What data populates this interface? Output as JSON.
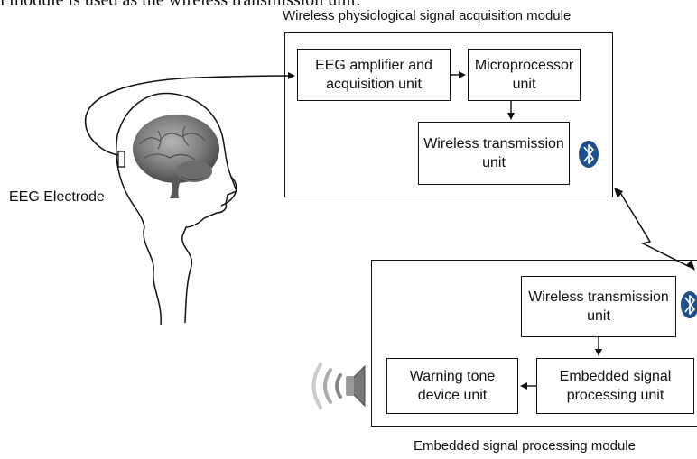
{
  "caption_top": "l module is used as the wireless transmission unit.",
  "modules": {
    "acquisition_title": "Wireless physiological signal acquisition module",
    "processing_title": "Embedded signal processing module"
  },
  "units": {
    "eeg_amplifier": "EEG amplifier and acquisition unit",
    "microprocessor": "Microprocessor unit",
    "wireless_tx_1": "Wireless transmission unit",
    "wireless_tx_2": "Wireless transmission unit",
    "embedded_signal": "Embedded signal processing unit",
    "warning_tone": "Warning tone device unit"
  },
  "labels": {
    "eeg_electrode": "EEG Electrode"
  },
  "icons": {
    "bluetooth_1": "bluetooth-icon",
    "bluetooth_2": "bluetooth-icon",
    "speaker": "speaker-icon",
    "brain": "brain-icon"
  },
  "colors": {
    "bluetooth_bg": "#1f4e8c",
    "brain": "#7d7d7d",
    "line": "#111111"
  }
}
